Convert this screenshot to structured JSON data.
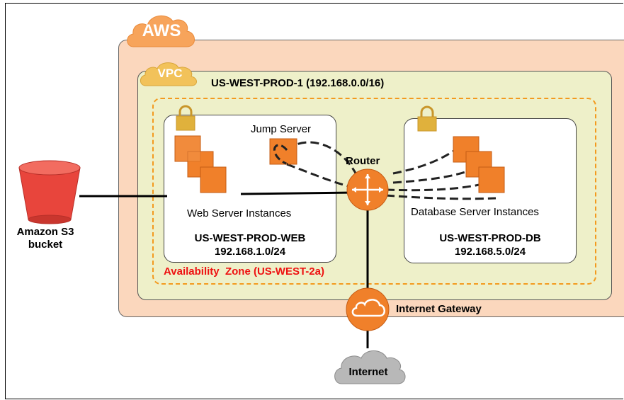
{
  "labels": {
    "aws": "AWS",
    "vpc": "VPC",
    "vpc_title": "US-WEST-PROD-1 (192.168.0.0/16)",
    "jump_server": "Jump Server",
    "router": "Router",
    "web_instances": "Web Server Instances",
    "web_subnet_name": "US-WEST-PROD-WEB",
    "web_subnet_cidr": "192.168.1.0/24",
    "db_instances": "Database Server Instances",
    "db_subnet_name": "US-WEST-PROD-DB",
    "db_subnet_cidr": "192.168.5.0/24",
    "availability_zone": "Availability  Zone (US-WEST-2a)",
    "s3": "Amazon S3 bucket",
    "internet_gateway": "Internet Gateway",
    "internet": "Internet"
  },
  "colors": {
    "aws_region_fill": "#fbd7bd",
    "vpc_fill": "#eef0c9",
    "az_border": "#f39a1e",
    "instance_orange": "#f0802a",
    "cloud_orange": "#f7a45b",
    "lock_gold": "#e0b13c",
    "s3_red": "#e8453c",
    "internet_gray": "#b8b8b8",
    "az_label_red": "#ee1111"
  },
  "icons": [
    "aws-cloud-icon",
    "vpc-cloud-icon",
    "lock-icon",
    "server-stack-icon",
    "jump-server-icon",
    "router-icon",
    "s3-bucket-icon",
    "internet-gateway-icon",
    "internet-cloud-icon"
  ]
}
